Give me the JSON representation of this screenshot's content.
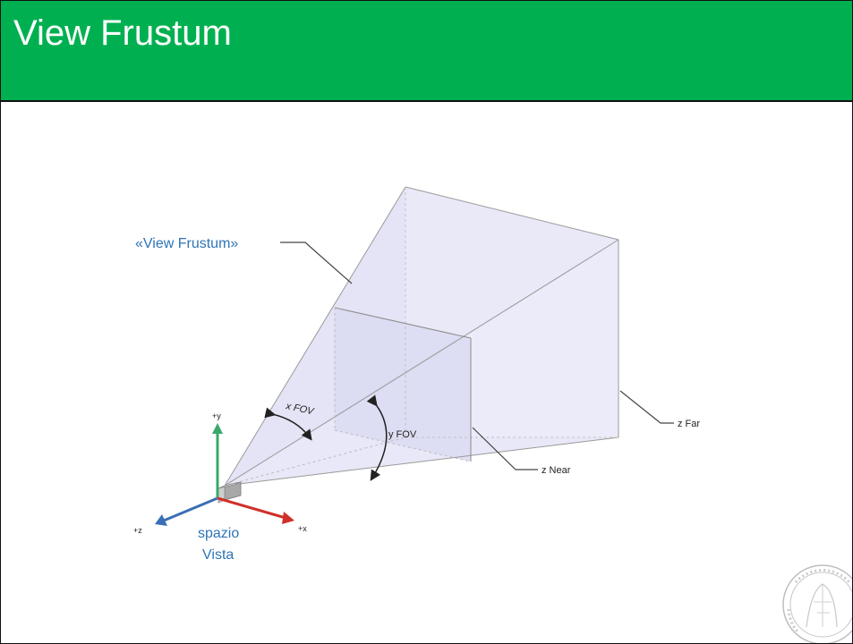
{
  "slide": {
    "title": "View Frustum"
  },
  "diagram": {
    "frustum_label": "«View Frustum»",
    "x_fov_label": "x FOV",
    "y_fov_label": "y FOV",
    "z_far_label": "z Far",
    "z_near_label": "z Near",
    "axis_y_label": "+y",
    "axis_x_label": "+x",
    "axis_z_label": "+z",
    "space_label_line1": "spazio",
    "space_label_line2": "Vista"
  },
  "colors": {
    "title_bar": "#00b050",
    "accent_label": "#2e74b5",
    "axis_y": "#3aa86b",
    "axis_x": "#d0302a",
    "axis_z": "#3a6fb5",
    "frustum_fill": "#e6e6f7"
  },
  "icons": {
    "seal": "university-seal-icon"
  }
}
